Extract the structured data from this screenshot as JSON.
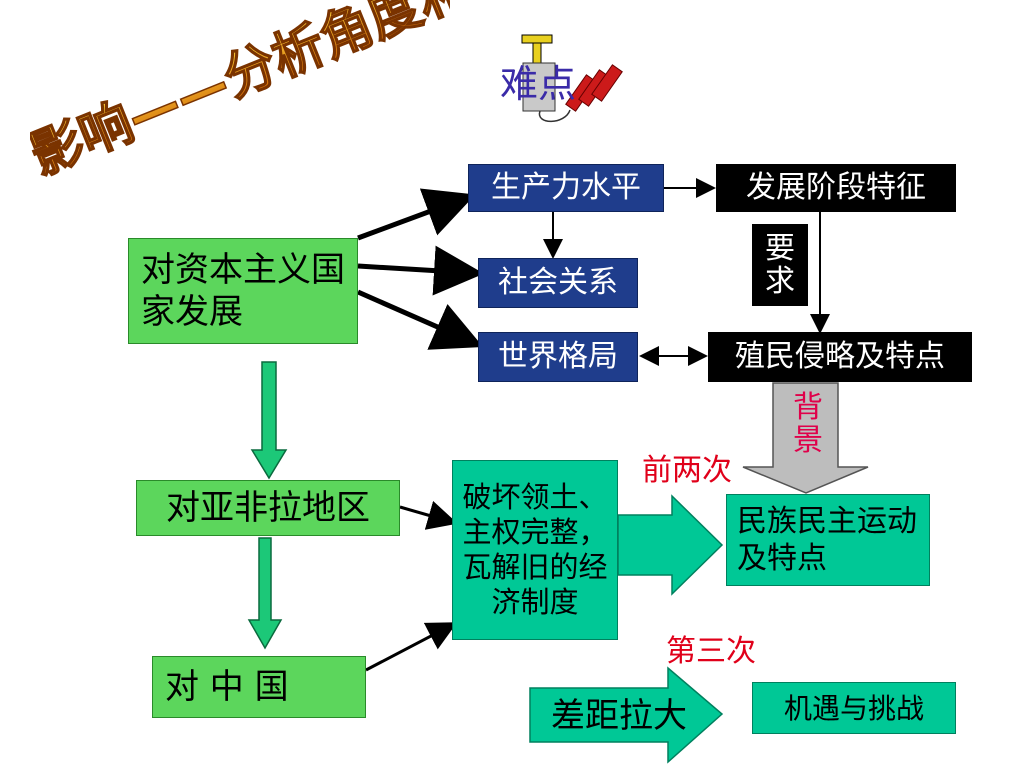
{
  "title": "影响——分析角度和思路",
  "difficulty_label": "难点",
  "nodes": {
    "productivity": "生产力水平",
    "stage": "发展阶段特征",
    "requires": "要求",
    "social": "社会关系",
    "world": "世界格局",
    "colonial": "殖民侵略及特点",
    "background": "背景",
    "capitalist": "对资本主义国家发展",
    "first_two": "前两次",
    "afro_asia": "对亚非拉地区",
    "destroy": "破坏领土、主权完整，瓦解旧的经济制度",
    "national_movement": "民族民主运动及特点",
    "china": "对 中 国",
    "third": "第三次",
    "gap": "差距拉大",
    "opportunity": "机遇与挑战"
  },
  "colors": {
    "blue_box": "#1f3d8c",
    "black_box": "#000000",
    "green_box": "#5cd65c",
    "teal_box": "#00c896",
    "accent_red": "#e0001a",
    "title_orange": "#e07a10",
    "requires_red": "#e0004a"
  }
}
